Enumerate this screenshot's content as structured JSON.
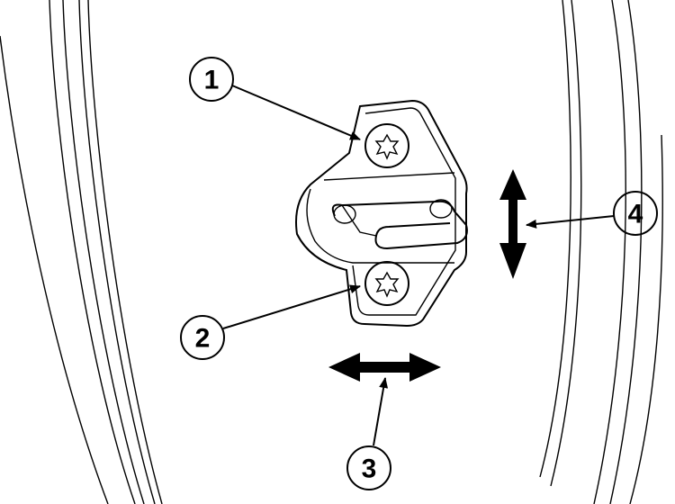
{
  "diagram": {
    "subject": "door-lock-striker",
    "callouts": [
      {
        "id": "1",
        "label": "1"
      },
      {
        "id": "2",
        "label": "2"
      },
      {
        "id": "3",
        "label": "3"
      },
      {
        "id": "4",
        "label": "4"
      }
    ],
    "colors": {
      "ink": "#000000",
      "background": "#ffffff"
    }
  }
}
